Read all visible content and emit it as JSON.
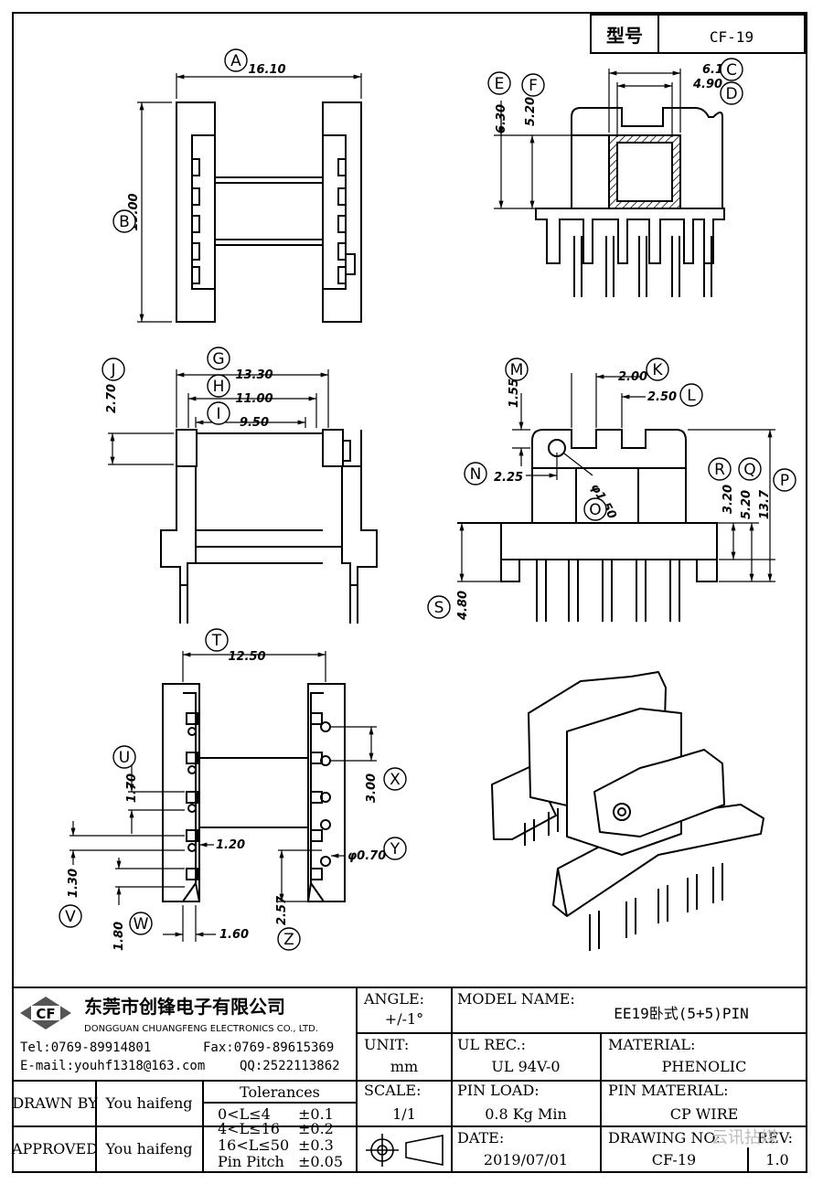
{
  "header": {
    "model_label": "型号",
    "model_value": "CF-19"
  },
  "dims": {
    "A": "16.10",
    "B": "19.00",
    "C": "6.10",
    "D": "4.90",
    "E": "6.30",
    "F": "5.20",
    "G": "13.30",
    "H": "11.00",
    "I": "9.50",
    "J": "2.70",
    "K": "2.00",
    "L": "2.50",
    "M": "1.55",
    "N": "2.25",
    "O": "φ1.50",
    "P": "13.7",
    "Q": "5.20",
    "R": "3.20",
    "S": "4.80",
    "T": "12.50",
    "U": "1.70",
    "V": "1.30",
    "W": "1.80",
    "X": "3.00",
    "Y": "φ0.70",
    "Z": "2.57",
    "pin_w": "1.20",
    "pitch": "1.60"
  },
  "letters": [
    "A",
    "B",
    "C",
    "D",
    "E",
    "F",
    "G",
    "H",
    "I",
    "J",
    "K",
    "L",
    "M",
    "N",
    "O",
    "P",
    "Q",
    "R",
    "S",
    "T",
    "U",
    "V",
    "W",
    "X",
    "Y",
    "Z"
  ],
  "company": {
    "logo": "CF",
    "name_cn": "东莞市创锋电子有限公司",
    "name_en": "DONGGUAN CHUANGFENG ELECTRONICS CO., LTD.",
    "tel": "Tel:0769-89914801",
    "fax": "Fax:0769-89615369",
    "email": "E-mail:youhf1318@163.com",
    "qq": "QQ:2522113862"
  },
  "title_block": {
    "angle_label": "ANGLE:",
    "angle_value": "+/-1°",
    "model_name_label": "MODEL NAME:",
    "model_name_value": "EE19卧式(5+5)PIN",
    "unit_label": "UNIT:",
    "unit_value": "mm",
    "ul_label": "UL REC.:",
    "ul_value": "UL 94V-0",
    "material_label": "MATERIAL:",
    "material_value": "PHENOLIC",
    "drawn_by_label": "DRAWN BY",
    "drawn_by_value": "You haifeng",
    "approved_label": "APPROVED",
    "approved_value": "You haifeng",
    "tolerances_label": "Tolerances",
    "tol_rows": [
      {
        "range": "0<L≤4",
        "tol": "±0.1"
      },
      {
        "range": "4<L≤16",
        "tol": "±0.2"
      },
      {
        "range": "16<L≤50",
        "tol": "±0.3"
      },
      {
        "range": "Pin Pitch",
        "tol": "±0.05"
      }
    ],
    "scale_label": "SCALE:",
    "scale_value": "1/1",
    "pin_load_label": "PIN LOAD:",
    "pin_load_value": "0.8 Kg Min",
    "pin_material_label": "PIN MATERIAL:",
    "pin_material_value": "CP WIRE",
    "date_label": "DATE:",
    "date_value": "2019/07/01",
    "drawing_no_label": "DRAWING NO:",
    "drawing_no_value": "CF-19",
    "rev_label": "REV:",
    "rev_value": "1.0"
  },
  "watermark": "云讯拈煤"
}
